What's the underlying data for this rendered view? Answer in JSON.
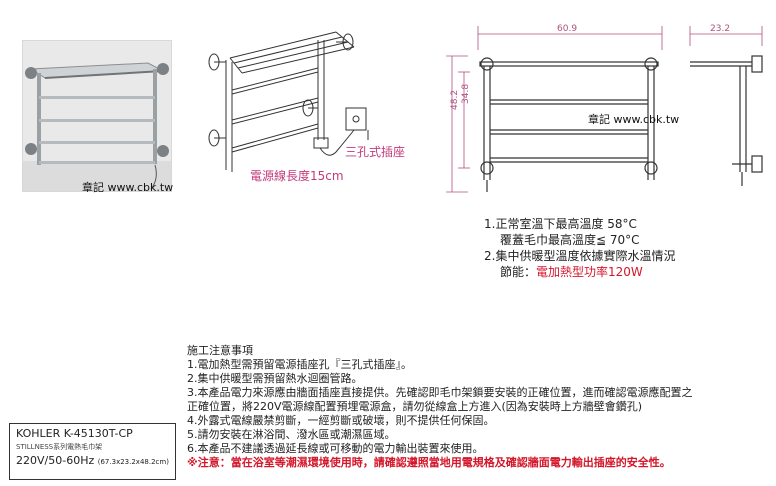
{
  "photo_watermark": "章記 www.cbk.tw",
  "drawing_watermark": "章記 www.cbk.tw",
  "labels": {
    "socket": "三孔式插座",
    "cord": "電源線長度15cm"
  },
  "dimensions": {
    "width": "60.9",
    "depth": "23.2",
    "height_total": "48.2",
    "height_inner": "34.8"
  },
  "specs": {
    "line1": "1.正常室溫下最高溫度 58°C",
    "line2": "覆蓋毛巾最高溫度≦ 70°C",
    "line3": "2.集中供暖型溫度依據實際水溫情況",
    "line4_prefix": "節能：",
    "line4_highlight": "電加熱型功率120W"
  },
  "notes": {
    "title": "施工注意事項",
    "items": [
      "1.電加熱型需預留電源插座孔『三孔式插座』。",
      "2.集中供暖型需預留熱水迴圈管路。",
      "3.本產品電力來源應由牆面插座直接提供。先確認即毛巾架鎖要安裝的正確位置，進而確認電源應配置之",
      "正確位置，將220V電源線配置預埋電源盒，請勿從線盒上方進入(因為安裝時上方牆壁會鑽孔)",
      "4.外露式電線嚴禁剪斷，一經剪斷或破壞，則不提供任何保固。",
      "5.請勿安裝在淋浴間、潑水區或潮濕區域。",
      "6.本產品不建議透過延長線或可移動的電力輸出裝置來使用。"
    ],
    "warning": "※注意：當在浴室等潮濕環境使用時，請確認遵照當地用電規格及確認牆面電力輸出插座的安全性。"
  },
  "model": {
    "name": "KOHLER  K-45130T-CP",
    "series": "STILLNESS系列電熱毛巾架",
    "power": "220V/50-60Hz",
    "size": "(67.3x23.2x48.2cm)"
  },
  "colors": {
    "accent_red": "#d4172b",
    "dimension_pink": "#b0507e",
    "label_pink": "#c23a7a"
  }
}
